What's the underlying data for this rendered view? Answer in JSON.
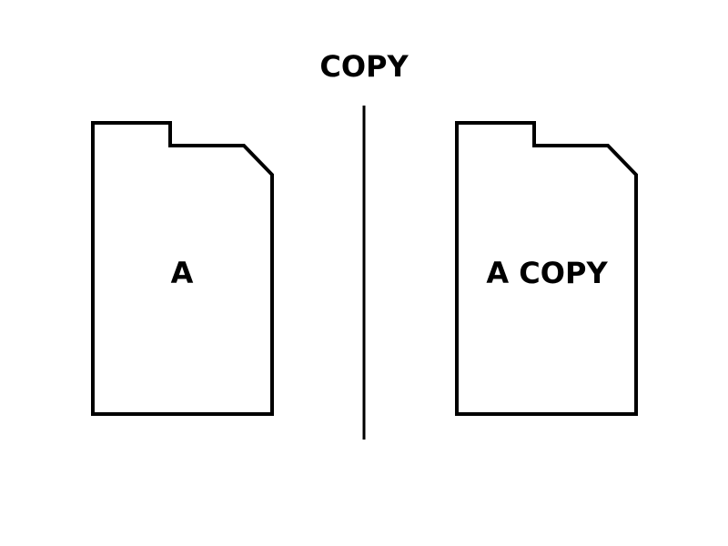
{
  "title": "COPY",
  "original_document": {
    "label": "A",
    "icon": "document-icon"
  },
  "copied_document": {
    "label": "A COPY",
    "icon": "document-icon"
  },
  "colors": {
    "stroke": "#000000",
    "text": "#000000",
    "background": "#ffffff"
  }
}
